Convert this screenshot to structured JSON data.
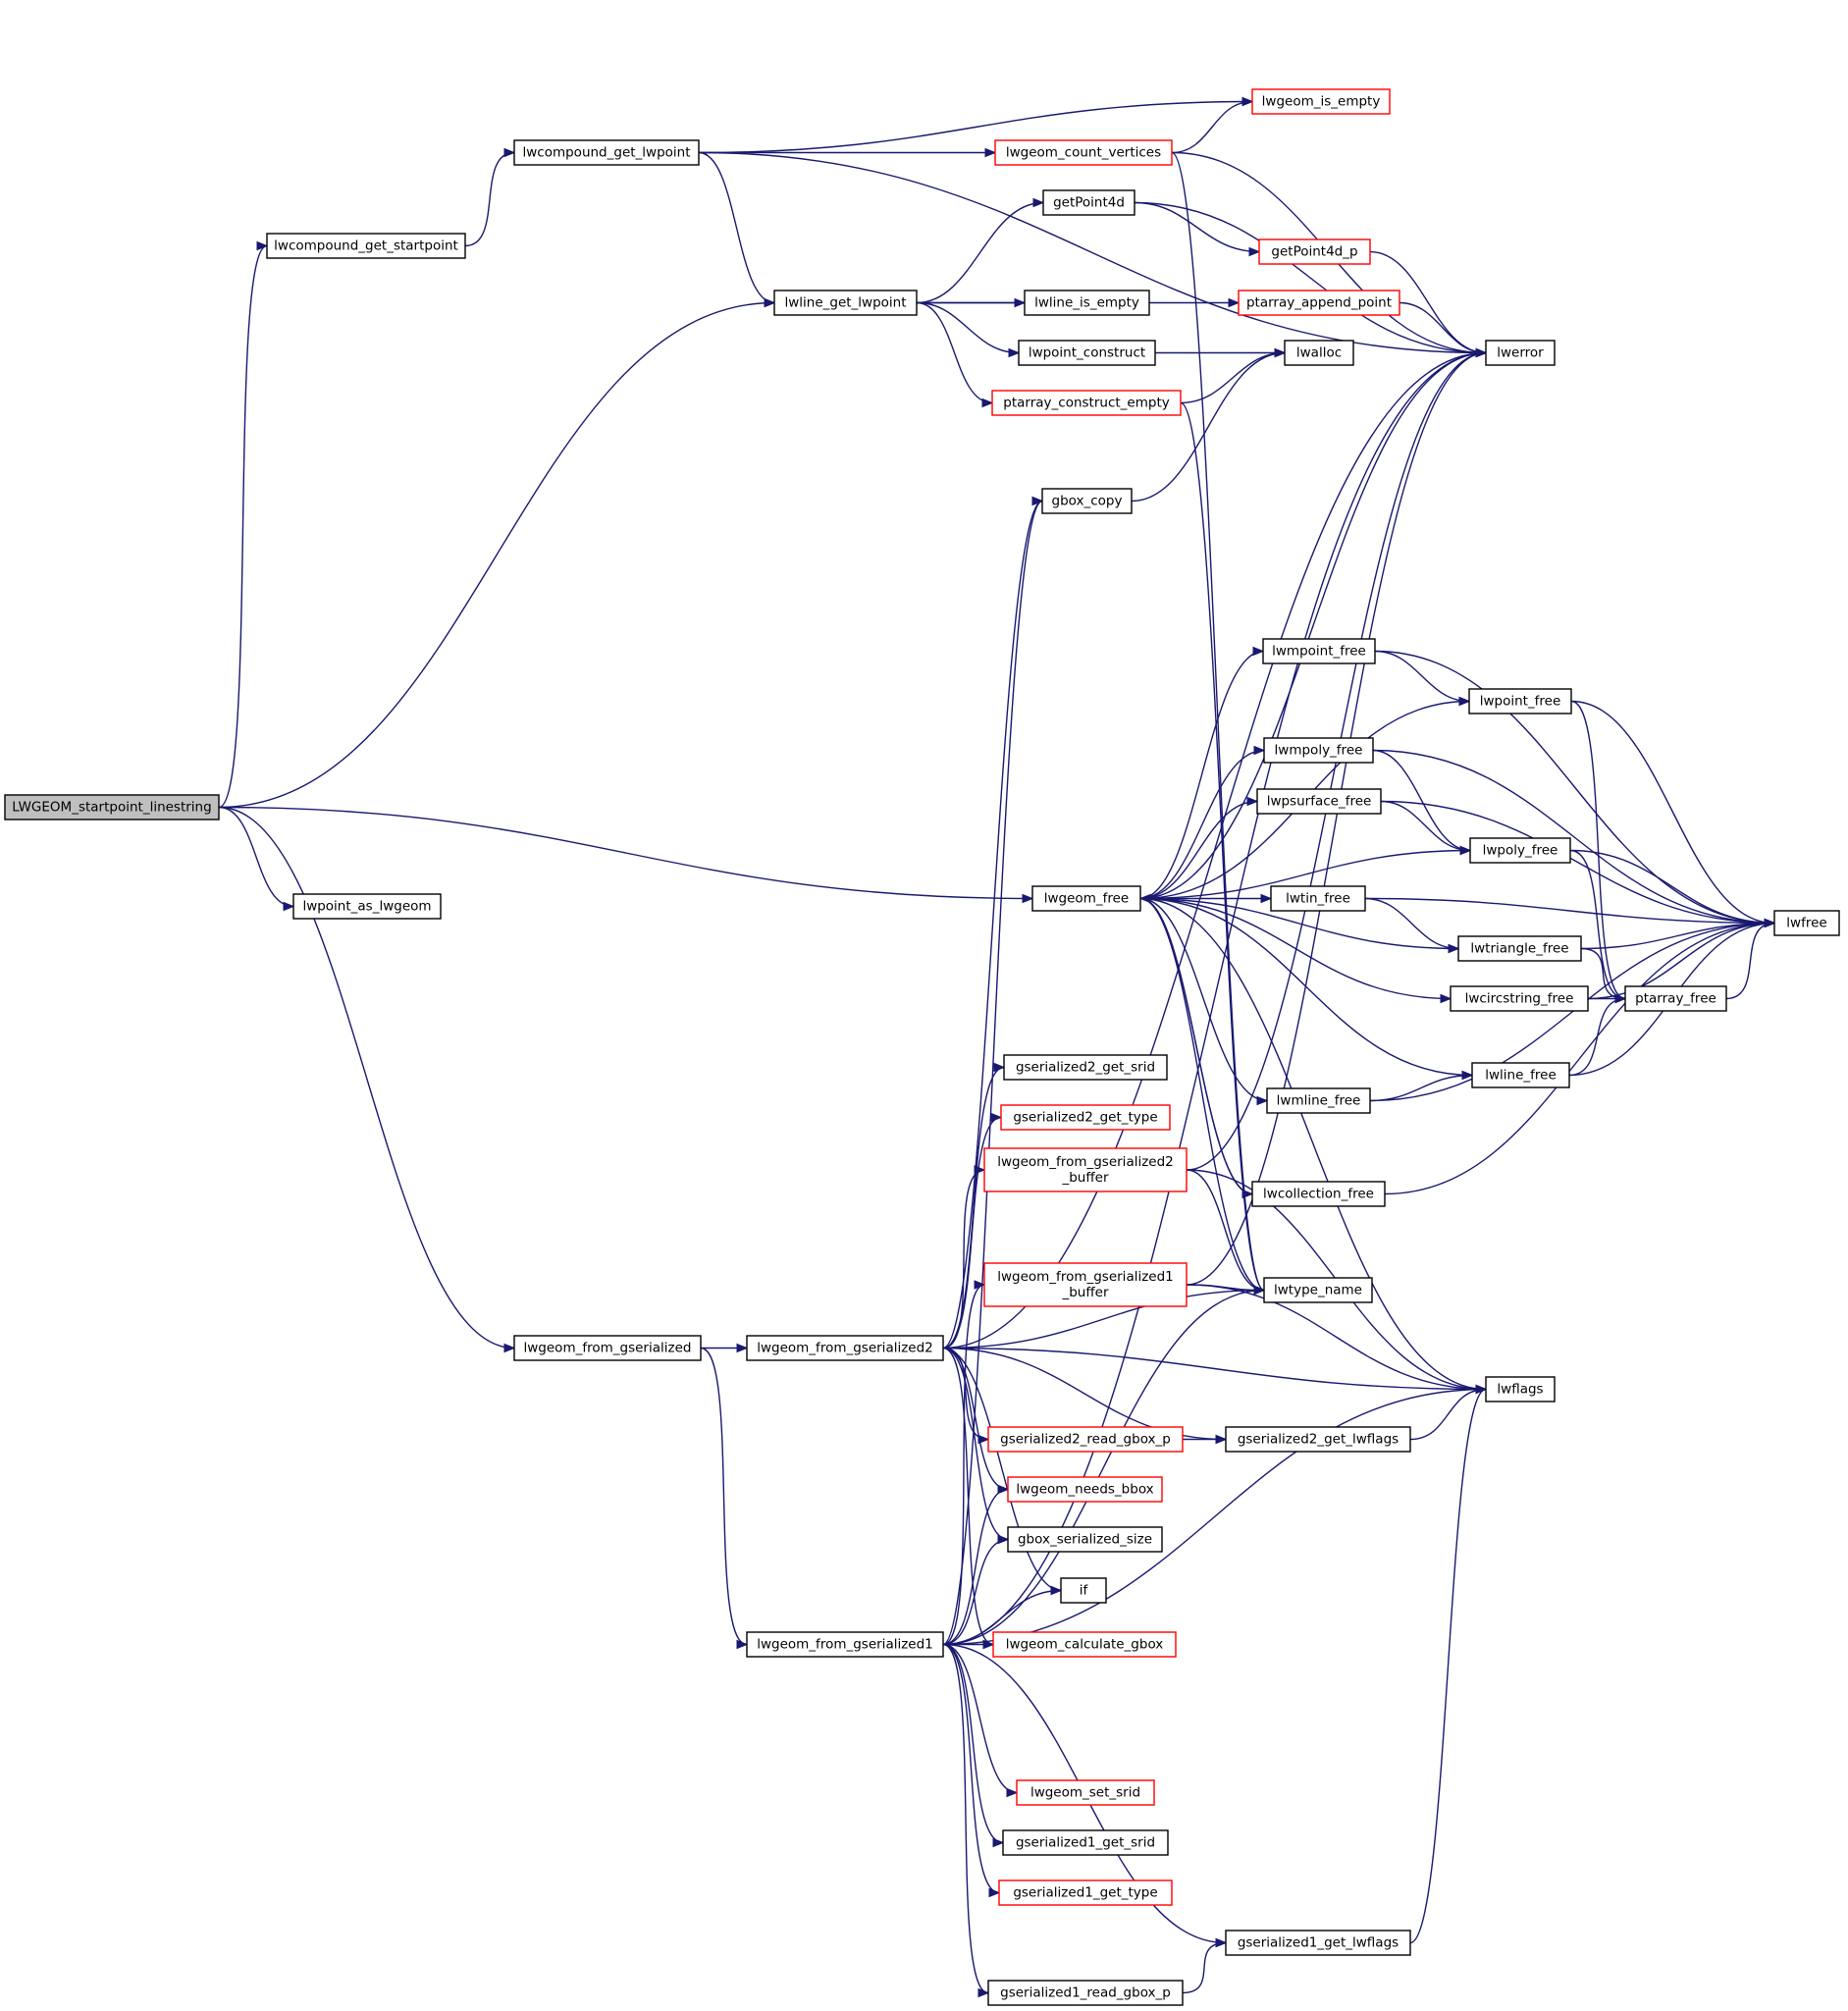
{
  "colors": {
    "edge": "#191970",
    "node_border": "#000000",
    "node_border_truncated": "#ff0000",
    "root_fill": "#bfbfbf"
  },
  "graph": {
    "nodes": [
      {
        "id": "root",
        "lines": [
          "LWGEOM_startpoint_linestring"
        ],
        "style": "root"
      },
      {
        "id": "lwcompound_get_startpoint",
        "lines": [
          "lwcompound_get_startpoint"
        ],
        "style": "normal"
      },
      {
        "id": "lwcompound_get_lwpoint",
        "lines": [
          "lwcompound_get_lwpoint"
        ],
        "style": "normal"
      },
      {
        "id": "lwline_get_lwpoint",
        "lines": [
          "lwline_get_lwpoint"
        ],
        "style": "normal"
      },
      {
        "id": "lwpoint_as_lwgeom",
        "lines": [
          "lwpoint_as_lwgeom"
        ],
        "style": "normal"
      },
      {
        "id": "lwgeom_from_gserialized",
        "lines": [
          "lwgeom_from_gserialized"
        ],
        "style": "normal"
      },
      {
        "id": "lwgeom_from_gserialized2",
        "lines": [
          "lwgeom_from_gserialized2"
        ],
        "style": "normal"
      },
      {
        "id": "lwgeom_from_gserialized1",
        "lines": [
          "lwgeom_from_gserialized1"
        ],
        "style": "normal"
      },
      {
        "id": "lwgeom_is_empty",
        "lines": [
          "lwgeom_is_empty"
        ],
        "style": "red"
      },
      {
        "id": "lwgeom_count_vertices",
        "lines": [
          "lwgeom_count_vertices"
        ],
        "style": "red"
      },
      {
        "id": "getPoint4d",
        "lines": [
          "getPoint4d"
        ],
        "style": "normal"
      },
      {
        "id": "getPoint4d_p",
        "lines": [
          "getPoint4d_p"
        ],
        "style": "red"
      },
      {
        "id": "ptarray_append_point",
        "lines": [
          "ptarray_append_point"
        ],
        "style": "red"
      },
      {
        "id": "lwline_is_empty",
        "lines": [
          "lwline_is_empty"
        ],
        "style": "normal"
      },
      {
        "id": "lwpoint_construct",
        "lines": [
          "lwpoint_construct"
        ],
        "style": "normal"
      },
      {
        "id": "ptarray_construct_empty",
        "lines": [
          "ptarray_construct_empty"
        ],
        "style": "red"
      },
      {
        "id": "lwalloc",
        "lines": [
          "lwalloc"
        ],
        "style": "normal"
      },
      {
        "id": "lwerror",
        "lines": [
          "lwerror"
        ],
        "style": "normal"
      },
      {
        "id": "gbox_copy",
        "lines": [
          "gbox_copy"
        ],
        "style": "normal"
      },
      {
        "id": "lwgeom_free",
        "lines": [
          "lwgeom_free"
        ],
        "style": "normal"
      },
      {
        "id": "lwmpoint_free",
        "lines": [
          "lwmpoint_free"
        ],
        "style": "normal"
      },
      {
        "id": "lwpoint_free",
        "lines": [
          "lwpoint_free"
        ],
        "style": "normal"
      },
      {
        "id": "lwmpoly_free",
        "lines": [
          "lwmpoly_free"
        ],
        "style": "normal"
      },
      {
        "id": "lwpsurface_free",
        "lines": [
          "lwpsurface_free"
        ],
        "style": "normal"
      },
      {
        "id": "lwpoly_free",
        "lines": [
          "lwpoly_free"
        ],
        "style": "normal"
      },
      {
        "id": "lwtin_free",
        "lines": [
          "lwtin_free"
        ],
        "style": "normal"
      },
      {
        "id": "lwtriangle_free",
        "lines": [
          "lwtriangle_free"
        ],
        "style": "normal"
      },
      {
        "id": "lwcircstring_free",
        "lines": [
          "lwcircstring_free"
        ],
        "style": "normal"
      },
      {
        "id": "ptarray_free",
        "lines": [
          "ptarray_free"
        ],
        "style": "normal"
      },
      {
        "id": "lwfree",
        "lines": [
          "lwfree"
        ],
        "style": "normal"
      },
      {
        "id": "lwline_free",
        "lines": [
          "lwline_free"
        ],
        "style": "normal"
      },
      {
        "id": "lwmline_free",
        "lines": [
          "lwmline_free"
        ],
        "style": "normal"
      },
      {
        "id": "lwcollection_free",
        "lines": [
          "lwcollection_free"
        ],
        "style": "normal"
      },
      {
        "id": "gserialized2_get_srid",
        "lines": [
          "gserialized2_get_srid"
        ],
        "style": "normal"
      },
      {
        "id": "gserialized2_get_type",
        "lines": [
          "gserialized2_get_type"
        ],
        "style": "red"
      },
      {
        "id": "lwgeom_from_gserialized2_buffer",
        "lines": [
          "lwgeom_from_gserialized2",
          "_buffer"
        ],
        "style": "red"
      },
      {
        "id": "lwgeom_from_gserialized1_buffer",
        "lines": [
          "lwgeom_from_gserialized1",
          "_buffer"
        ],
        "style": "red"
      },
      {
        "id": "lwtype_name",
        "lines": [
          "lwtype_name"
        ],
        "style": "normal"
      },
      {
        "id": "lwflags",
        "lines": [
          "lwflags"
        ],
        "style": "normal"
      },
      {
        "id": "gserialized2_read_gbox_p",
        "lines": [
          "gserialized2_read_gbox_p"
        ],
        "style": "red"
      },
      {
        "id": "gserialized2_get_lwflags",
        "lines": [
          "gserialized2_get_lwflags"
        ],
        "style": "normal"
      },
      {
        "id": "lwgeom_needs_bbox",
        "lines": [
          "lwgeom_needs_bbox"
        ],
        "style": "red"
      },
      {
        "id": "gbox_serialized_size",
        "lines": [
          "gbox_serialized_size"
        ],
        "style": "normal"
      },
      {
        "id": "if",
        "lines": [
          "if"
        ],
        "style": "normal"
      },
      {
        "id": "lwgeom_calculate_gbox",
        "lines": [
          "lwgeom_calculate_gbox"
        ],
        "style": "red"
      },
      {
        "id": "lwgeom_set_srid",
        "lines": [
          "lwgeom_set_srid"
        ],
        "style": "red"
      },
      {
        "id": "gserialized1_get_srid",
        "lines": [
          "gserialized1_get_srid"
        ],
        "style": "normal"
      },
      {
        "id": "gserialized1_get_type",
        "lines": [
          "gserialized1_get_type"
        ],
        "style": "red"
      },
      {
        "id": "gserialized1_get_lwflags",
        "lines": [
          "gserialized1_get_lwflags"
        ],
        "style": "normal"
      },
      {
        "id": "gserialized1_read_gbox_p",
        "lines": [
          "gserialized1_read_gbox_p"
        ],
        "style": "normal"
      }
    ],
    "edges": [
      [
        "root",
        "lwcompound_get_startpoint"
      ],
      [
        "root",
        "lwline_get_lwpoint"
      ],
      [
        "root",
        "lwpoint_as_lwgeom"
      ],
      [
        "root",
        "lwgeom_free"
      ],
      [
        "root",
        "lwgeom_from_gserialized"
      ],
      [
        "lwcompound_get_startpoint",
        "lwcompound_get_lwpoint"
      ],
      [
        "lwcompound_get_lwpoint",
        "lwgeom_is_empty"
      ],
      [
        "lwcompound_get_lwpoint",
        "lwgeom_count_vertices"
      ],
      [
        "lwcompound_get_lwpoint",
        "lwerror"
      ],
      [
        "lwcompound_get_lwpoint",
        "lwline_get_lwpoint"
      ],
      [
        "lwgeom_count_vertices",
        "lwgeom_is_empty"
      ],
      [
        "lwgeom_count_vertices",
        "lwerror"
      ],
      [
        "lwgeom_count_vertices",
        "lwtype_name"
      ],
      [
        "lwline_get_lwpoint",
        "getPoint4d"
      ],
      [
        "lwline_get_lwpoint",
        "ptarray_append_point"
      ],
      [
        "lwline_get_lwpoint",
        "lwline_is_empty"
      ],
      [
        "lwline_get_lwpoint",
        "lwpoint_construct"
      ],
      [
        "lwline_get_lwpoint",
        "ptarray_construct_empty"
      ],
      [
        "getPoint4d",
        "getPoint4d_p"
      ],
      [
        "getPoint4d",
        "lwerror"
      ],
      [
        "getPoint4d_p",
        "lwerror"
      ],
      [
        "ptarray_append_point",
        "lwerror"
      ],
      [
        "lwpoint_construct",
        "lwalloc"
      ],
      [
        "ptarray_construct_empty",
        "lwalloc"
      ],
      [
        "ptarray_construct_empty",
        "lwtype_name"
      ],
      [
        "gbox_copy",
        "lwalloc"
      ],
      [
        "lwgeom_free",
        "lwerror"
      ],
      [
        "lwgeom_free",
        "lwmpoint_free"
      ],
      [
        "lwgeom_free",
        "lwpoint_free"
      ],
      [
        "lwgeom_free",
        "lwmpoly_free"
      ],
      [
        "lwgeom_free",
        "lwpsurface_free"
      ],
      [
        "lwgeom_free",
        "lwpoly_free"
      ],
      [
        "lwgeom_free",
        "lwtin_free"
      ],
      [
        "lwgeom_free",
        "lwtriangle_free"
      ],
      [
        "lwgeom_free",
        "lwcircstring_free"
      ],
      [
        "lwgeom_free",
        "lwline_free"
      ],
      [
        "lwgeom_free",
        "lwmline_free"
      ],
      [
        "lwgeom_free",
        "lwcollection_free"
      ],
      [
        "lwgeom_free",
        "lwtype_name"
      ],
      [
        "lwgeom_free",
        "lwflags"
      ],
      [
        "lwmpoint_free",
        "lwpoint_free"
      ],
      [
        "lwmpoint_free",
        "lwfree"
      ],
      [
        "lwpoint_free",
        "ptarray_free"
      ],
      [
        "lwpoint_free",
        "lwfree"
      ],
      [
        "lwmpoly_free",
        "lwpoly_free"
      ],
      [
        "lwmpoly_free",
        "lwfree"
      ],
      [
        "lwpsurface_free",
        "lwpoly_free"
      ],
      [
        "lwpsurface_free",
        "lwfree"
      ],
      [
        "lwpoly_free",
        "ptarray_free"
      ],
      [
        "lwpoly_free",
        "lwfree"
      ],
      [
        "lwtin_free",
        "lwtriangle_free"
      ],
      [
        "lwtin_free",
        "lwfree"
      ],
      [
        "lwtriangle_free",
        "ptarray_free"
      ],
      [
        "lwtriangle_free",
        "lwfree"
      ],
      [
        "lwcircstring_free",
        "ptarray_free"
      ],
      [
        "lwcircstring_free",
        "lwfree"
      ],
      [
        "ptarray_free",
        "lwfree"
      ],
      [
        "lwline_free",
        "ptarray_free"
      ],
      [
        "lwline_free",
        "lwfree"
      ],
      [
        "lwmline_free",
        "lwline_free"
      ],
      [
        "lwmline_free",
        "lwfree"
      ],
      [
        "lwcollection_free",
        "lwgeom_free"
      ],
      [
        "lwcollection_free",
        "lwfree"
      ],
      [
        "lwgeom_from_gserialized",
        "lwgeom_from_gserialized2"
      ],
      [
        "lwgeom_from_gserialized",
        "lwgeom_from_gserialized1"
      ],
      [
        "lwgeom_from_gserialized2",
        "gbox_copy"
      ],
      [
        "lwgeom_from_gserialized2",
        "lwerror"
      ],
      [
        "lwgeom_from_gserialized2",
        "gserialized2_get_srid"
      ],
      [
        "lwgeom_from_gserialized2",
        "gserialized2_get_type"
      ],
      [
        "lwgeom_from_gserialized2",
        "lwgeom_from_gserialized2_buffer"
      ],
      [
        "lwgeom_from_gserialized2",
        "lwtype_name"
      ],
      [
        "lwgeom_from_gserialized2",
        "lwflags"
      ],
      [
        "lwgeom_from_gserialized2",
        "gserialized2_get_lwflags"
      ],
      [
        "lwgeom_from_gserialized2",
        "gserialized2_read_gbox_p"
      ],
      [
        "lwgeom_from_gserialized2",
        "lwgeom_needs_bbox"
      ],
      [
        "lwgeom_from_gserialized2",
        "gbox_serialized_size"
      ],
      [
        "lwgeom_from_gserialized2",
        "if"
      ],
      [
        "lwgeom_from_gserialized2",
        "lwgeom_calculate_gbox"
      ],
      [
        "lwgeom_from_gserialized2_buffer",
        "lwerror"
      ],
      [
        "lwgeom_from_gserialized2_buffer",
        "lwtype_name"
      ],
      [
        "lwgeom_from_gserialized2_buffer",
        "lwflags"
      ],
      [
        "lwgeom_from_gserialized1_buffer",
        "lwerror"
      ],
      [
        "lwgeom_from_gserialized1_buffer",
        "lwtype_name"
      ],
      [
        "lwgeom_from_gserialized1_buffer",
        "lwflags"
      ],
      [
        "gserialized2_read_gbox_p",
        "gserialized2_get_lwflags"
      ],
      [
        "gserialized2_get_lwflags",
        "lwflags"
      ],
      [
        "lwgeom_from_gserialized1",
        "gbox_copy"
      ],
      [
        "lwgeom_from_gserialized1",
        "lwerror"
      ],
      [
        "lwgeom_from_gserialized1",
        "lwgeom_from_gserialized1_buffer"
      ],
      [
        "lwgeom_from_gserialized1",
        "lwgeom_needs_bbox"
      ],
      [
        "lwgeom_from_gserialized1",
        "gbox_serialized_size"
      ],
      [
        "lwgeom_from_gserialized1",
        "if"
      ],
      [
        "lwgeom_from_gserialized1",
        "lwgeom_calculate_gbox"
      ],
      [
        "lwgeom_from_gserialized1",
        "lwtype_name"
      ],
      [
        "lwgeom_from_gserialized1",
        "lwflags"
      ],
      [
        "lwgeom_from_gserialized1",
        "lwgeom_set_srid"
      ],
      [
        "lwgeom_from_gserialized1",
        "gserialized1_get_srid"
      ],
      [
        "lwgeom_from_gserialized1",
        "gserialized1_get_type"
      ],
      [
        "lwgeom_from_gserialized1",
        "gserialized1_get_lwflags"
      ],
      [
        "lwgeom_from_gserialized1",
        "gserialized1_read_gbox_p"
      ],
      [
        "gserialized1_read_gbox_p",
        "gserialized1_get_lwflags"
      ],
      [
        "gserialized1_get_lwflags",
        "lwflags"
      ]
    ]
  }
}
